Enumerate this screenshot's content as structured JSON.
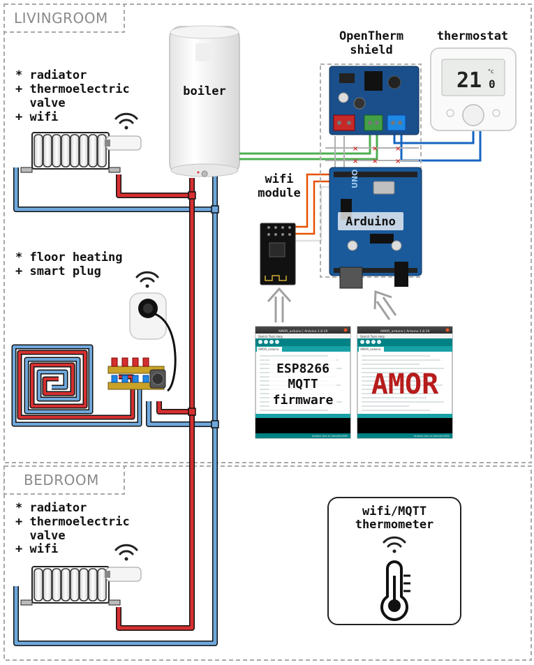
{
  "rooms": {
    "livingroom": "LIVINGROOM",
    "bedroom": "BEDROOM"
  },
  "boiler": {
    "label": "boiler"
  },
  "opentherm": {
    "line1": "OpenTherm",
    "line2": "shield"
  },
  "thermostat": {
    "label": "thermostat",
    "display": "21",
    "display_decimal": "0",
    "unit": "°c"
  },
  "wifi_module": {
    "line1": "wifi",
    "line2": "module"
  },
  "arduino": {
    "label": "Arduino",
    "board_text": "UNO"
  },
  "livingroom_radiator": {
    "lines": [
      "* radiator",
      "+ thermoelectric",
      "  valve",
      "+ wifi"
    ]
  },
  "floor_heating": {
    "lines": [
      "* floor heating",
      "+ smart plug"
    ]
  },
  "bedroom_radiator": {
    "lines": [
      "* radiator",
      "+ thermoelectric",
      "  valve",
      "+ wifi"
    ]
  },
  "esp_window": {
    "title": "AMOR_arduino | Arduino 1.8.19",
    "tab": "AMOR_arduino",
    "menu": "Sketch  Tools  Help",
    "lines": [
      "ESP8266",
      "MQTT",
      "firmware"
    ],
    "status": "Arduino Uno on /dev/ttyUSB0"
  },
  "amor_window": {
    "title": "AMOR_arduino | Arduino 1.8.19",
    "tab": "AMOR_arduino",
    "menu": "Sketch  Tools  Help",
    "label": "AMOR",
    "status": "Arduino Uno on /dev/ttyUSB0"
  },
  "mqtt_thermometer": {
    "line1": "wifi/MQTT",
    "line2": "thermometer"
  },
  "colors": {
    "hot_pipe": "#d63031",
    "cold_pipe": "#6fa8dc",
    "pipe_outline": "#111111",
    "wire_green": "#4caf50",
    "wire_blue": "#1565c0",
    "wire_orange": "#e65100",
    "arduino_teal": "#008184",
    "amor_red": "#b71c1c",
    "board_blue": "#1a4f8b",
    "dashed_border": "#a8a8a8"
  }
}
